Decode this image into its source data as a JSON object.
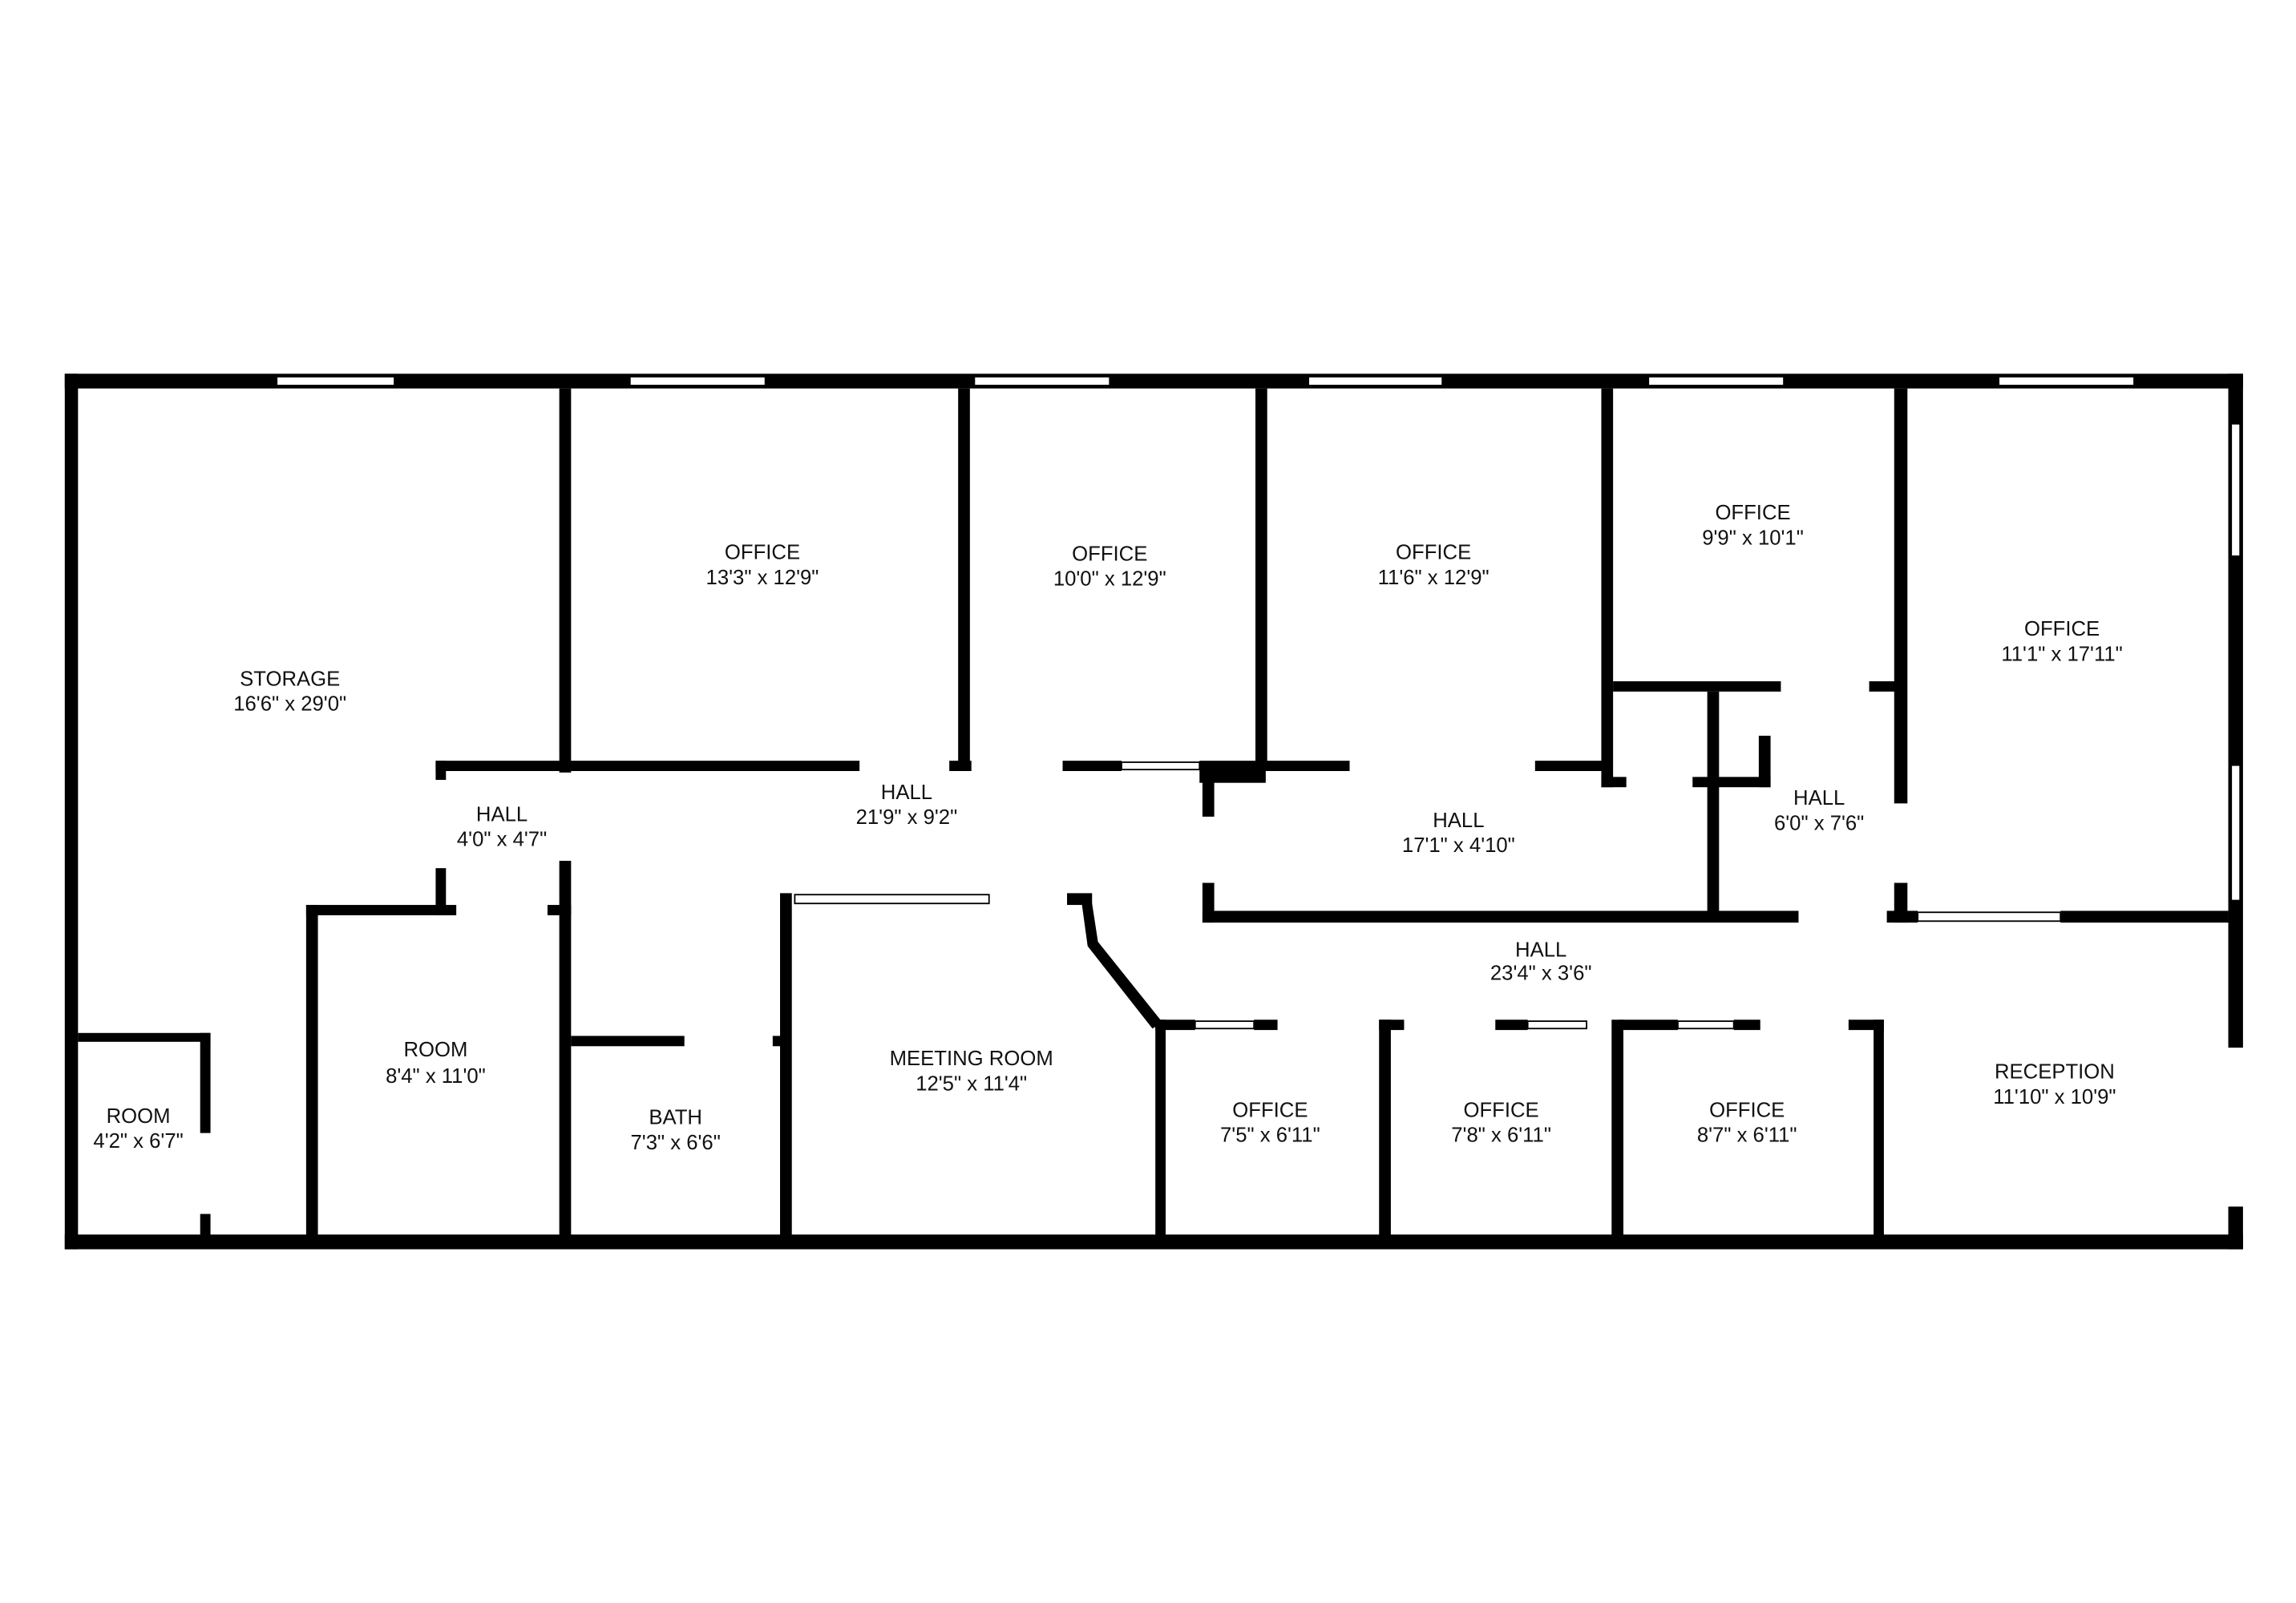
{
  "rooms": [
    {
      "name": "STORAGE",
      "size": "16'6\" x 29'0\""
    },
    {
      "name": "OFFICE",
      "size": "13'3\" x 12'9\""
    },
    {
      "name": "OFFICE",
      "size": "10'0\" x 12'9\""
    },
    {
      "name": "OFFICE",
      "size": "11'6\" x 12'9\""
    },
    {
      "name": "OFFICE",
      "size": "9'9\" x 10'1\""
    },
    {
      "name": "OFFICE",
      "size": "11'1\" x 17'11\""
    },
    {
      "name": "HALL",
      "size": "4'0\" x 4'7\""
    },
    {
      "name": "HALL",
      "size": "21'9\" x 9'2\""
    },
    {
      "name": "HALL",
      "size": "17'1\" x 4'10\""
    },
    {
      "name": "HALL",
      "size": "6'0\" x 7'6\""
    },
    {
      "name": "HALL",
      "size": "23'4\" x 3'6\""
    },
    {
      "name": "ROOM",
      "size": "8'4\" x 11'0\""
    },
    {
      "name": "ROOM",
      "size": "4'2\" x 6'7\""
    },
    {
      "name": "BATH",
      "size": "7'3\" x 6'6\""
    },
    {
      "name": "MEETING ROOM",
      "size": "12'5\" x 11'4\""
    },
    {
      "name": "OFFICE",
      "size": "7'5\" x 6'11\""
    },
    {
      "name": "OFFICE",
      "size": "7'8\" x 6'11\""
    },
    {
      "name": "OFFICE",
      "size": "8'7\" x 6'11\""
    },
    {
      "name": "RECEPTION",
      "size": "11'10\" x 10'9\""
    }
  ]
}
